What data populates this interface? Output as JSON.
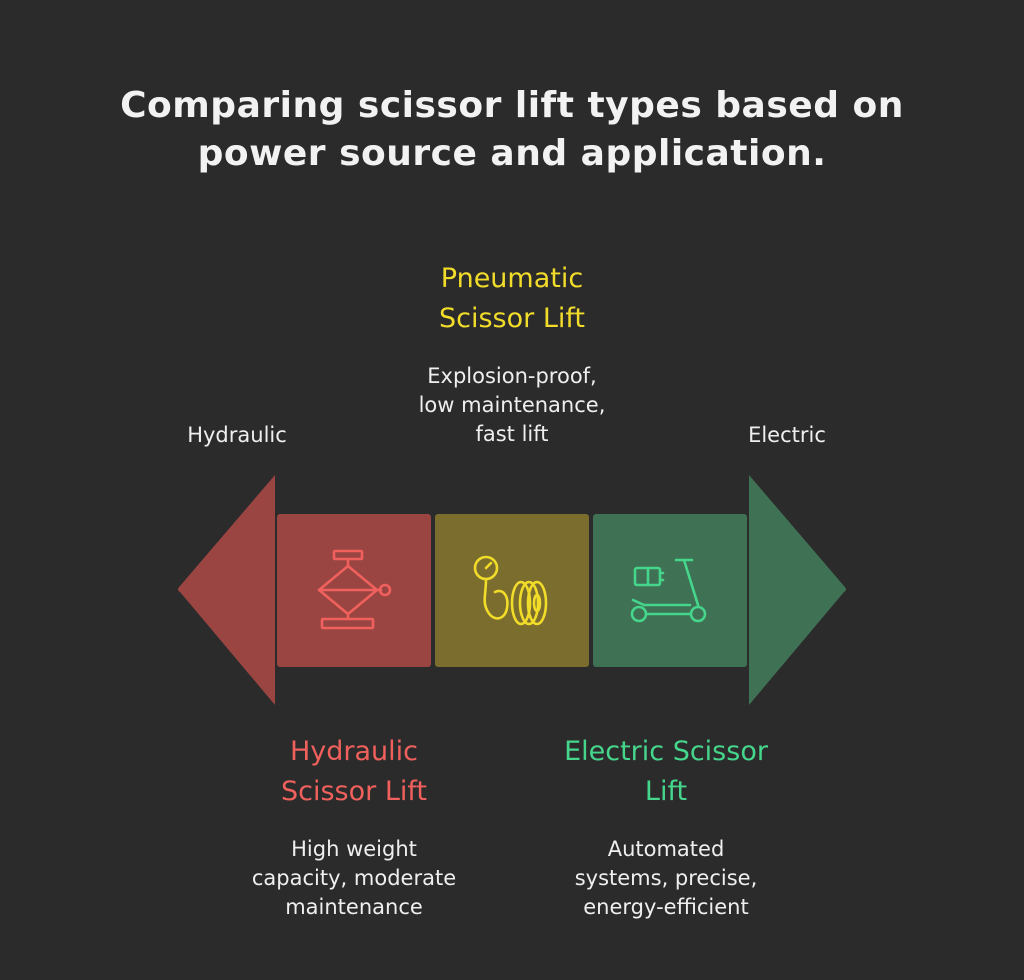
{
  "title": "Comparing scissor lift types based on power source and application.",
  "spectrum": {
    "left_label": "Hydraulic",
    "right_label": "Electric"
  },
  "segments": [
    {
      "key": "hydraulic",
      "heading": "Hydraulic Scissor Lift",
      "heading_lines": [
        "Hydraulic",
        "Scissor Lift"
      ],
      "desc_lines": [
        "High weight",
        "capacity, moderate",
        "maintenance"
      ],
      "icon": "hydraulic-jack-icon"
    },
    {
      "key": "pneumatic",
      "heading": "Pneumatic Scissor Lift",
      "heading_lines": [
        "Pneumatic",
        "Scissor Lift"
      ],
      "desc_lines": [
        "Explosion-proof,",
        "low maintenance,",
        "fast lift"
      ],
      "icon": "air-hose-reel-icon"
    },
    {
      "key": "electric",
      "heading": "Electric Scissor Lift",
      "heading_lines": [
        "Electric Scissor",
        "Lift"
      ],
      "desc_lines": [
        "Automated",
        "systems, precise,",
        "energy-efficient"
      ],
      "icon": "electric-scooter-battery-icon"
    }
  ],
  "colors": {
    "background": "#2b2b2b",
    "hydraulic_fill": "#9a4542",
    "pneumatic_fill": "#7a6d2e",
    "electric_fill": "#3f7154",
    "hydraulic_accent": "#f0605c",
    "pneumatic_accent": "#f2dc2a",
    "electric_accent": "#45d68c"
  }
}
